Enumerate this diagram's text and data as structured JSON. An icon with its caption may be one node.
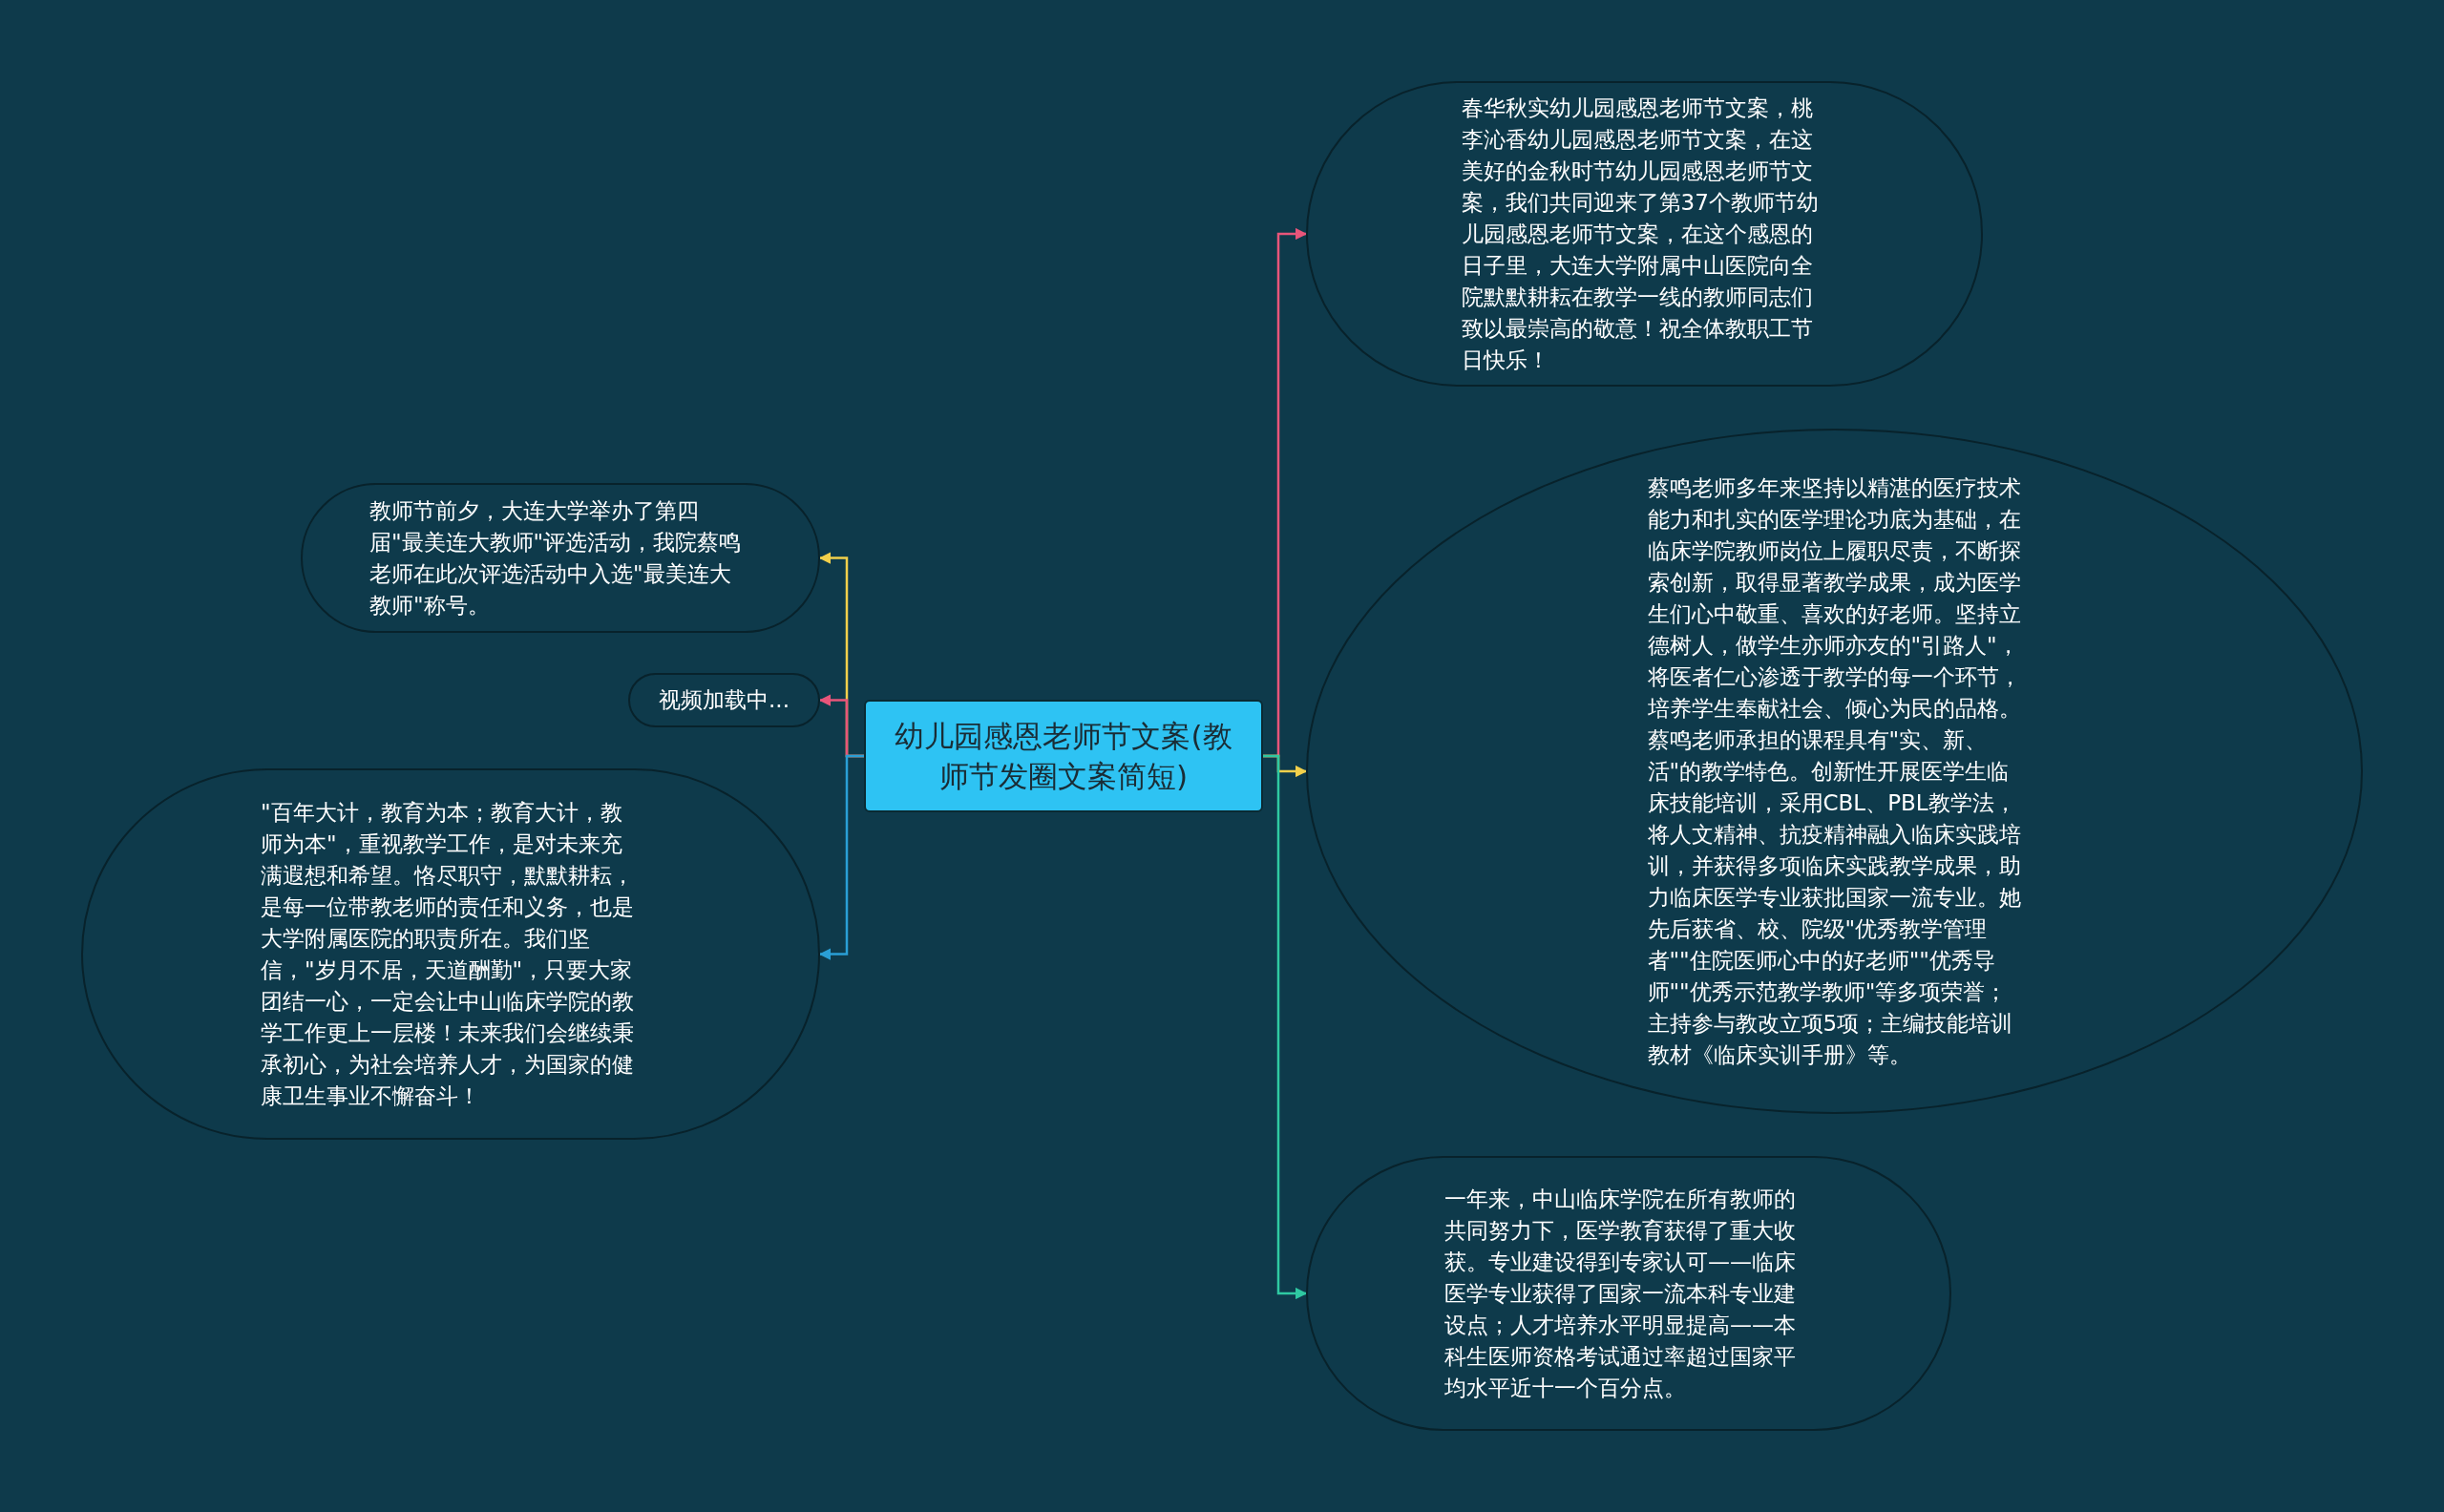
{
  "diagram": {
    "nodes": [
      {
        "text": [
          "幼儿园感恩老师节文案(教师节发圈文案简短)"
        ]
      },
      {
        "text": [
          "春华秋实幼儿园感恩老师节文案，桃李沁香幼儿园感恩老师节文案，在这美好的金秋时节幼儿园感恩老师节文案，我们共同迎来了第37个教师节幼儿园感恩老师节文案，在这个感恩的日子里，大连大学附属中山医院向全院默默耕耘在教学一线的教师同志们致以最崇高的敬意！祝全体教职工节日快乐！"
        ]
      },
      {
        "text": [
          "蔡鸣老师多年来坚持以精湛的医疗技术能力和扎实的医学理论功底为基础，在临床学院教师岗位上履职尽责，不断探索创新，取得显著教学成果，成为医学生们心中敬重、喜欢的好老师。坚持立德树人，做学生亦师亦友的\"引路人\"，将医者仁心渗透于教学的每一个环节，培养学生奉献社会、倾心为民的品格。蔡鸣老师承担的课程具有\"实、新、活\"的教学特色。创新性开展医学生临床技能培训，采用CBL、PBL教学法，将人文精神、抗疫精神融入临床实践培训，并获得多项临床实践教学成果，助力临床医学专业获批国家一流专业。她先后获省、校、院级\"优秀教学管理者\"\"住院医师心中的好老师\"\"优秀导师\"\"优秀示范教学教师\"等多项荣誉；主持参与教改立项5项；主编技能培训教材《临床实训手册》等。"
        ]
      },
      {
        "text": [
          "一年来，中山临床学院在所有教师的共同努力下，医学教育获得了重大收获。专业建设得到专家认可——临床医学专业获得了国家一流本科专业建设点；人才培养水平明显提高——本科生医师资格考试通过率超过国家平均水平近十一个百分点。"
        ]
      },
      {
        "text": [
          "教师节前夕，大连大学举办了第四届\"最美连大教师\"评选活动，我院蔡鸣老师在此次评选活动中入选\"最美连大教师\"称号。"
        ]
      },
      {
        "text": [
          "视频加载中..."
        ]
      },
      {
        "text": [
          "\"百年大计，教育为本；教育大计，教师为本\"，重视教学工作，是对未来充满遐想和希望。恪尽职守，默默耕耘，是每一位带教老师的责任和义务，也是大学附属医院的职责所在。我们坚信，\"岁月不居，天道酬勤\"，只要大家团结一心，一定会让中山临床学院的教学工作更上一层楼！未来我们会继续秉承初心，为社会培养人才，为国家的健康卫生事业不懈奋斗！"
        ]
      }
    ],
    "edges": [
      {
        "from": 0,
        "to": 1,
        "arrow": "to",
        "color": "#e8557a"
      },
      {
        "from": 0,
        "to": 2,
        "arrow": "to",
        "color": "#f2d04b"
      },
      {
        "from": 0,
        "to": 3,
        "arrow": "to",
        "color": "#2fc9a2"
      },
      {
        "from": 0,
        "to": 4,
        "arrow": "to",
        "color": "#f2d04b"
      },
      {
        "from": 0,
        "to": 5,
        "arrow": "to",
        "color": "#e8557a"
      },
      {
        "from": 0,
        "to": 6,
        "arrow": "to",
        "color": "#2a9fd6"
      }
    ]
  }
}
